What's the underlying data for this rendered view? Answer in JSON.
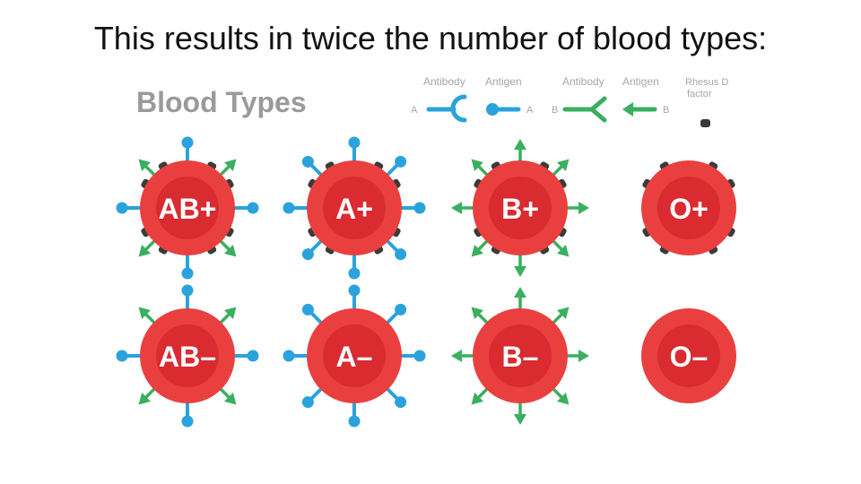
{
  "slide": {
    "title": "This results in twice the number of blood types:"
  },
  "graphic": {
    "heading": "Blood Types",
    "legend": {
      "a_antibody_label": "Antibody",
      "a_antigen_label": "Antigen",
      "a_left_letter": "A",
      "a_right_letter": "A",
      "b_antibody_label": "Antibody",
      "b_antigen_label": "Antigen",
      "b_left_letter": "B",
      "b_right_letter": "B",
      "rhesus_line1": "Rhesus D",
      "rhesus_line2": "factor"
    },
    "cells": [
      {
        "label": "AB+",
        "antigen_a": true,
        "antigen_b": true,
        "rh": true
      },
      {
        "label": "A+",
        "antigen_a": true,
        "antigen_b": false,
        "rh": true
      },
      {
        "label": "B+",
        "antigen_a": false,
        "antigen_b": true,
        "rh": true
      },
      {
        "label": "O+",
        "antigen_a": false,
        "antigen_b": false,
        "rh": true
      },
      {
        "label": "AB–",
        "antigen_a": true,
        "antigen_b": true,
        "rh": false
      },
      {
        "label": "A–",
        "antigen_a": true,
        "antigen_b": false,
        "rh": false
      },
      {
        "label": "B–",
        "antigen_a": false,
        "antigen_b": true,
        "rh": false
      },
      {
        "label": "O–",
        "antigen_a": false,
        "antigen_b": false,
        "rh": false
      }
    ],
    "colors": {
      "cell_outer": "#e9403f",
      "cell_inner": "#d92b30",
      "cell_text": "#ffffff",
      "antigen_a": "#2aa3dd",
      "antigen_b": "#3aaf5f",
      "rh": "#3b3b3b",
      "heading": "#9a9a9a",
      "legend_text": "#a6a6a6"
    }
  }
}
